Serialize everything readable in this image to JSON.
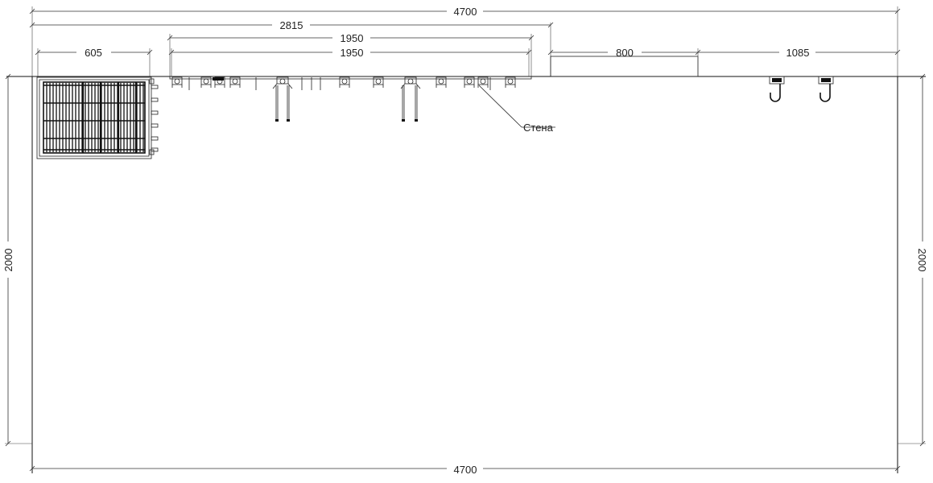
{
  "dimensions": {
    "total_width_top": "4700",
    "total_width_bottom": "4700",
    "span_2815": "2815",
    "rail_outer": "1950",
    "rail_inner": "1950",
    "basket_width": "605",
    "span_800": "800",
    "span_1085": "1085",
    "height_left": "2000",
    "height_right": "2000"
  },
  "annotations": {
    "wall_label": "Стена"
  }
}
